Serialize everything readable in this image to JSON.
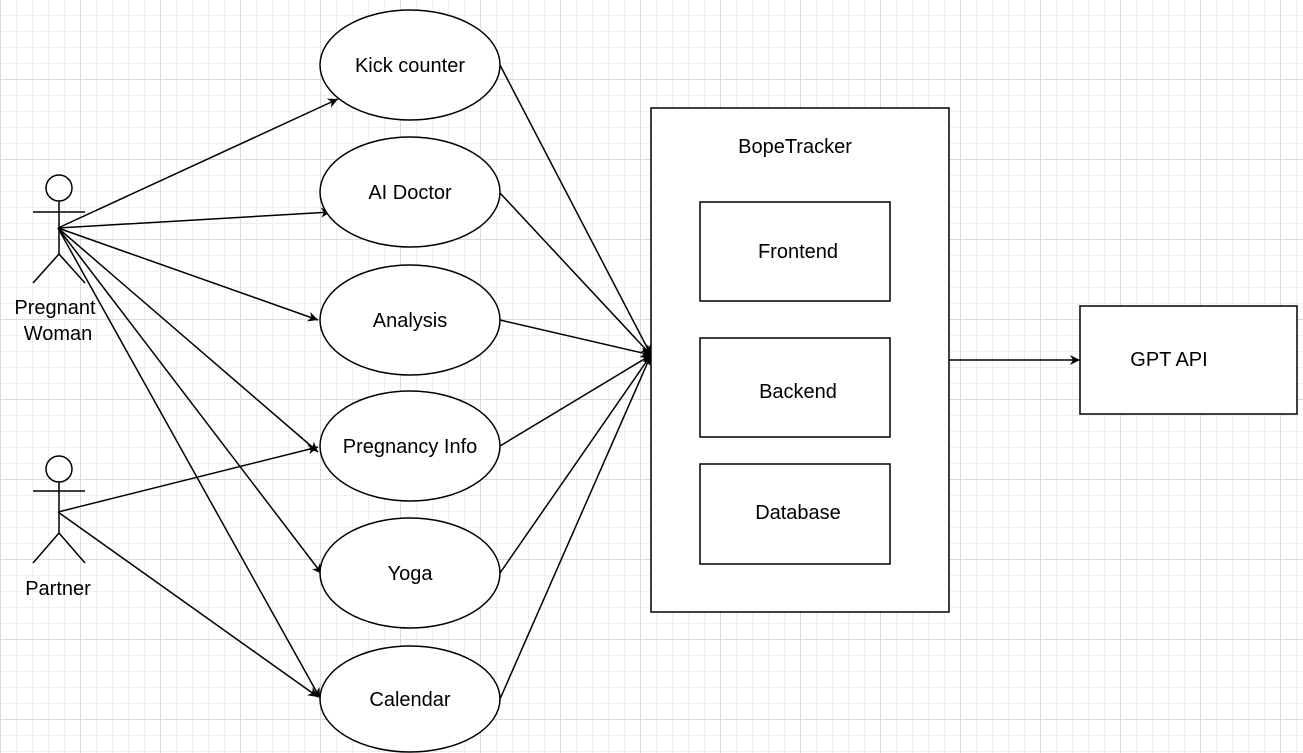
{
  "actors": {
    "pregnant_woman": {
      "label_line1": "Pregnant",
      "label_line2": "Woman"
    },
    "partner": {
      "label": "Partner"
    }
  },
  "use_cases": {
    "kick_counter": "Kick counter",
    "ai_doctor": "AI Doctor",
    "analysis": "Analysis",
    "pregnancy_info": "Pregnancy Info",
    "yoga": "Yoga",
    "calendar": "Calendar"
  },
  "system": {
    "title": "BopeTracker",
    "components": {
      "frontend": "Frontend",
      "backend": "Backend",
      "database": "Database"
    }
  },
  "external": {
    "gpt_api": "GPT API"
  },
  "relationships": [
    {
      "from": "Pregnant Woman",
      "to": "Kick counter"
    },
    {
      "from": "Pregnant Woman",
      "to": "AI Doctor"
    },
    {
      "from": "Pregnant Woman",
      "to": "Analysis"
    },
    {
      "from": "Pregnant Woman",
      "to": "Pregnancy Info"
    },
    {
      "from": "Pregnant Woman",
      "to": "Yoga"
    },
    {
      "from": "Pregnant Woman",
      "to": "Calendar"
    },
    {
      "from": "Partner",
      "to": "Pregnancy Info"
    },
    {
      "from": "Partner",
      "to": "Calendar"
    },
    {
      "from": "Kick counter",
      "to": "BopeTracker"
    },
    {
      "from": "AI Doctor",
      "to": "BopeTracker"
    },
    {
      "from": "Analysis",
      "to": "BopeTracker"
    },
    {
      "from": "Pregnancy Info",
      "to": "BopeTracker"
    },
    {
      "from": "Yoga",
      "to": "BopeTracker"
    },
    {
      "from": "Calendar",
      "to": "BopeTracker"
    },
    {
      "from": "BopeTracker",
      "to": "GPT API"
    }
  ],
  "colors": {
    "stroke": "#000000",
    "fill": "#ffffff",
    "grid_major": "#dadada",
    "grid_minor": "#efefef"
  }
}
